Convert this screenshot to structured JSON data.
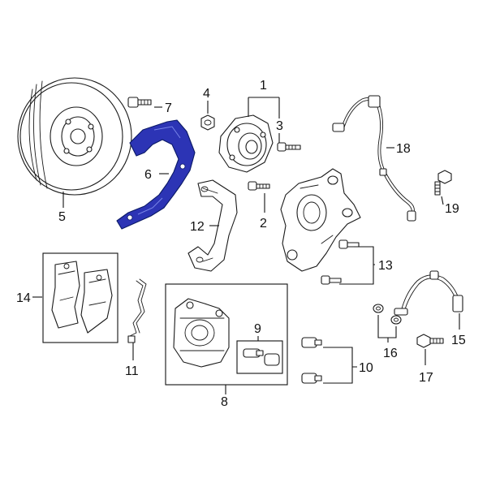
{
  "diagram": {
    "highlight_color": "#2c34b5",
    "line_color": "#1a1a1a",
    "background": "#ffffff",
    "callouts": [
      {
        "id": "1",
        "label": "1"
      },
      {
        "id": "2",
        "label": "2"
      },
      {
        "id": "3",
        "label": "3"
      },
      {
        "id": "4",
        "label": "4"
      },
      {
        "id": "5",
        "label": "5"
      },
      {
        "id": "6",
        "label": "6"
      },
      {
        "id": "7",
        "label": "7"
      },
      {
        "id": "8",
        "label": "8"
      },
      {
        "id": "9",
        "label": "9"
      },
      {
        "id": "10",
        "label": "10"
      },
      {
        "id": "11",
        "label": "11"
      },
      {
        "id": "12",
        "label": "12"
      },
      {
        "id": "13",
        "label": "13"
      },
      {
        "id": "14",
        "label": "14"
      },
      {
        "id": "15",
        "label": "15"
      },
      {
        "id": "16",
        "label": "16"
      },
      {
        "id": "17",
        "label": "17"
      },
      {
        "id": "18",
        "label": "18"
      },
      {
        "id": "19",
        "label": "19"
      }
    ]
  }
}
